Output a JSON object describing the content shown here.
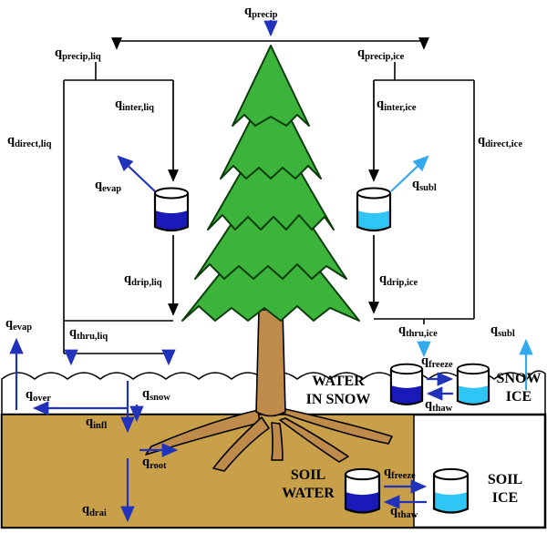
{
  "colors": {
    "liquid_water": "#1A1AB8",
    "ice_water": "#2FC5F5",
    "liquid_flux_arrow": "#2233BB",
    "ice_flux_arrow": "#33AAEE",
    "structure_line": "#000000",
    "soil": "#C8A04A",
    "tree_foliage": "#3CB43C",
    "tree_trunk": "#BE8B4A"
  },
  "labels": {
    "precip": {
      "base": "q",
      "sub": "precip"
    },
    "precip_liq": {
      "base": "q",
      "sub": "precip,liq"
    },
    "precip_ice": {
      "base": "q",
      "sub": "precip,ice"
    },
    "inter_liq": {
      "base": "q",
      "sub": "inter,liq"
    },
    "inter_ice": {
      "base": "q",
      "sub": "inter,ice"
    },
    "direct_liq": {
      "base": "q",
      "sub": "direct,liq"
    },
    "direct_ice": {
      "base": "q",
      "sub": "direct,ice"
    },
    "evap_canopy": {
      "base": "q",
      "sub": "evap"
    },
    "subl_canopy": {
      "base": "q",
      "sub": "subl"
    },
    "drip_liq": {
      "base": "q",
      "sub": "drip,liq"
    },
    "drip_ice": {
      "base": "q",
      "sub": "drip,ice"
    },
    "thru_liq": {
      "base": "q",
      "sub": "thru,liq"
    },
    "thru_ice": {
      "base": "q",
      "sub": "thru,ice"
    },
    "evap_ground": {
      "base": "q",
      "sub": "evap"
    },
    "subl_ground": {
      "base": "q",
      "sub": "subl"
    },
    "over": {
      "base": "q",
      "sub": "over"
    },
    "snow": {
      "base": "q",
      "sub": "snow"
    },
    "infl": {
      "base": "q",
      "sub": "infl"
    },
    "root": {
      "base": "q",
      "sub": "root"
    },
    "drai": {
      "base": "q",
      "sub": "drai"
    },
    "freeze_snow": {
      "base": "q",
      "sub": "freeze"
    },
    "thaw_snow": {
      "base": "q",
      "sub": "thaw"
    },
    "freeze_soil": {
      "base": "q",
      "sub": "freeze"
    },
    "thaw_soil": {
      "base": "q",
      "sub": "thaw"
    }
  },
  "stores": {
    "water_in_snow": {
      "line1": "WATER",
      "line2": "IN SNOW"
    },
    "snow_ice": {
      "line1": "SNOW",
      "line2": "ICE"
    },
    "soil_water": {
      "line1": "SOIL",
      "line2": "WATER"
    },
    "soil_ice": {
      "line1": "SOIL",
      "line2": "ICE"
    }
  }
}
